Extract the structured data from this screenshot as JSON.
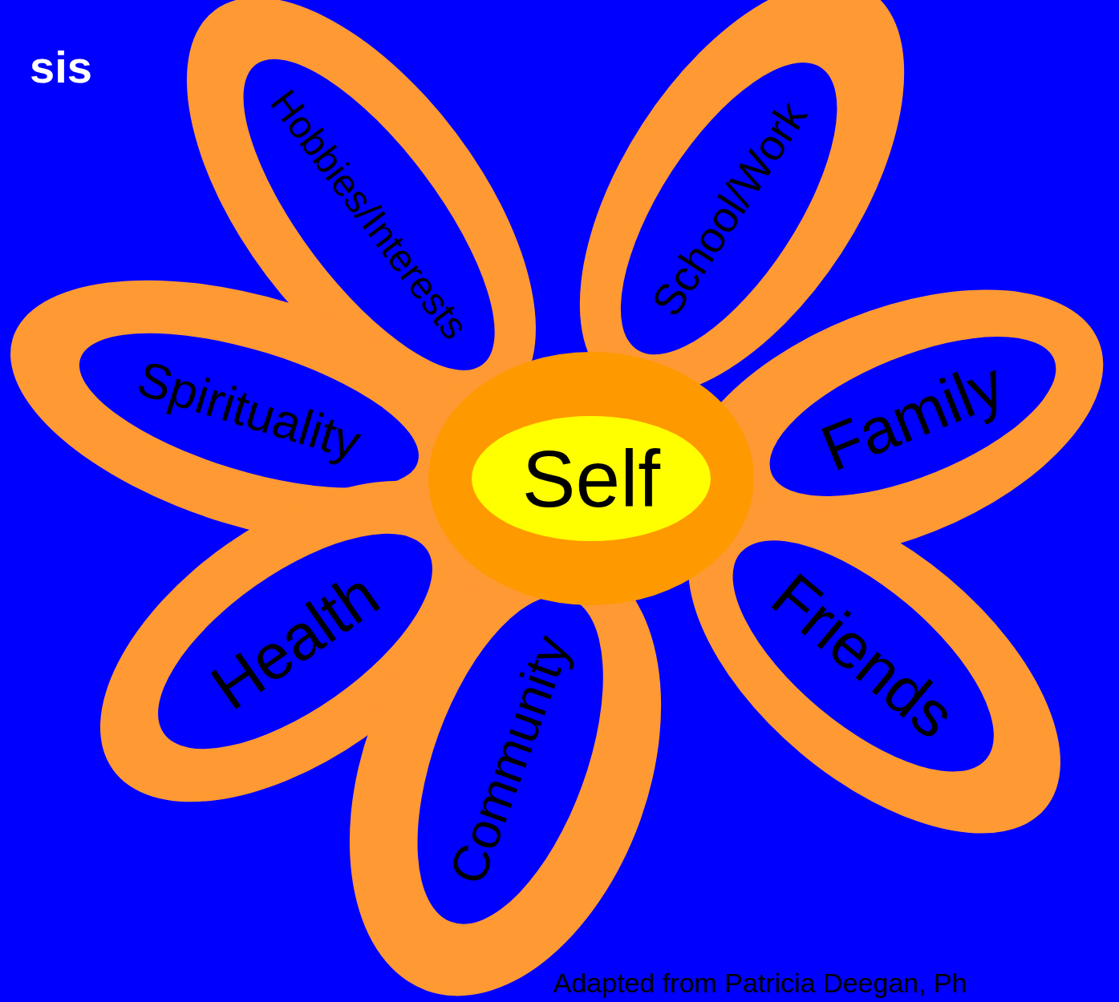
{
  "diagram": {
    "title": "sis",
    "caption": "Adapted from Patricia Deegan, Ph",
    "nodes": [
      {
        "text": [
          "Hobbies/Interests"
        ]
      },
      {
        "text": [
          "School/Work"
        ]
      },
      {
        "text": [
          "Spirituality"
        ]
      },
      {
        "text": [
          "Family"
        ]
      },
      {
        "text": [
          "Self"
        ]
      },
      {
        "text": [
          "Health"
        ]
      },
      {
        "text": [
          "Friends"
        ]
      },
      {
        "text": [
          "Community"
        ]
      }
    ]
  }
}
